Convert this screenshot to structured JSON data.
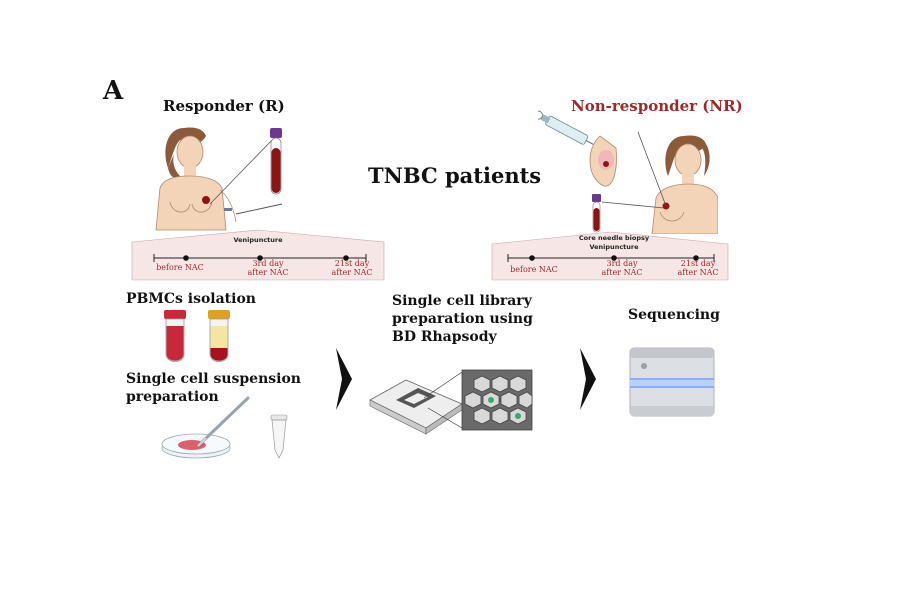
{
  "panel_letter": "A",
  "center_title": "TNBC patients",
  "responder": {
    "title": "Responder (R)",
    "procedure": "Venipuncture",
    "timepoints": [
      {
        "line1": "before NAC",
        "line2": ""
      },
      {
        "line1": "3rd day",
        "line2": "after NAC"
      },
      {
        "line1": "21st day",
        "line2": "after NAC"
      }
    ]
  },
  "nonresponder": {
    "title": "Non-responder (NR)",
    "procedure_1": "Core needle biopsy",
    "procedure_2": "Venipuncture",
    "timepoints": [
      {
        "line1": "before NAC",
        "line2": ""
      },
      {
        "line1": "3rd day",
        "line2": "after NAC"
      },
      {
        "line1": "21st day",
        "line2": "after NAC"
      }
    ]
  },
  "steps": {
    "pbmc": "PBMCs  isolation",
    "suspension": "Single cell suspension preparation",
    "library": "Single cell library preparation using BD Rhapsody",
    "sequencing": "Sequencing"
  },
  "colors": {
    "nonresponder_title": "#9b2b2b",
    "timeline_band": "#f6e6e6",
    "blood": "#8e1414",
    "tube_cap_purple": "#6b3a8c",
    "tube_cap_red": "#c8283a",
    "sequencer_light": "#7aa7ff"
  }
}
